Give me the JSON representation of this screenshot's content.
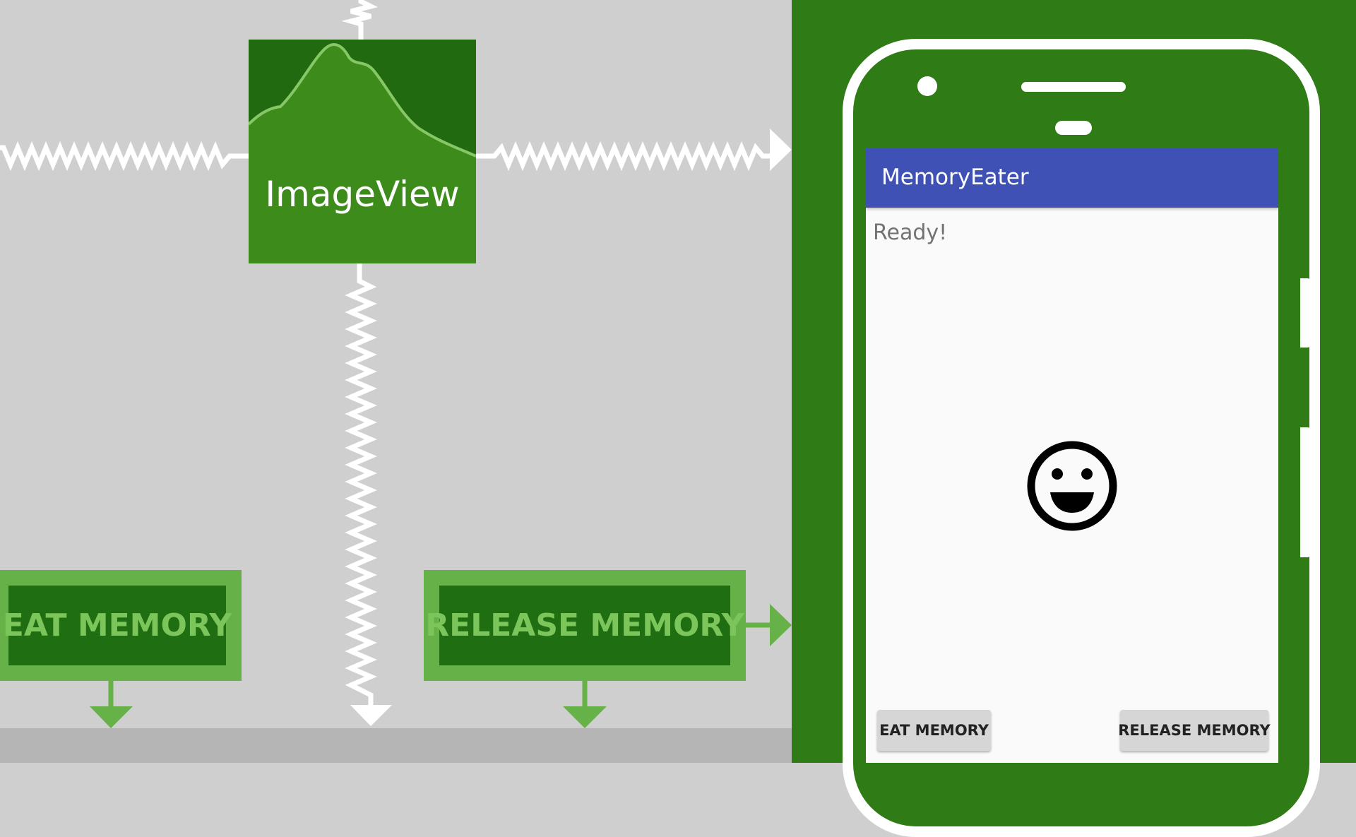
{
  "diagram": {
    "imageview": {
      "label": "ImageView"
    },
    "eat_button": {
      "label": "EAT MEMORY"
    },
    "release_button": {
      "label": "RELEASE MEMORY"
    }
  },
  "phone": {
    "app_bar": {
      "title": "MemoryEater"
    },
    "status_text": "Ready!",
    "face_icon": "smiley-face-icon",
    "buttons": {
      "eat": "EAT MEMORY",
      "release": "RELEASE MEMORY"
    }
  },
  "colors": {
    "gray_background": "#cfcfcf",
    "panel_green": "#2f7b16",
    "tile_green": "#3d8b1a",
    "button_border_green": "#67b149",
    "button_fill_green": "#1f6e12",
    "app_bar_indigo": "#3f51b5"
  }
}
